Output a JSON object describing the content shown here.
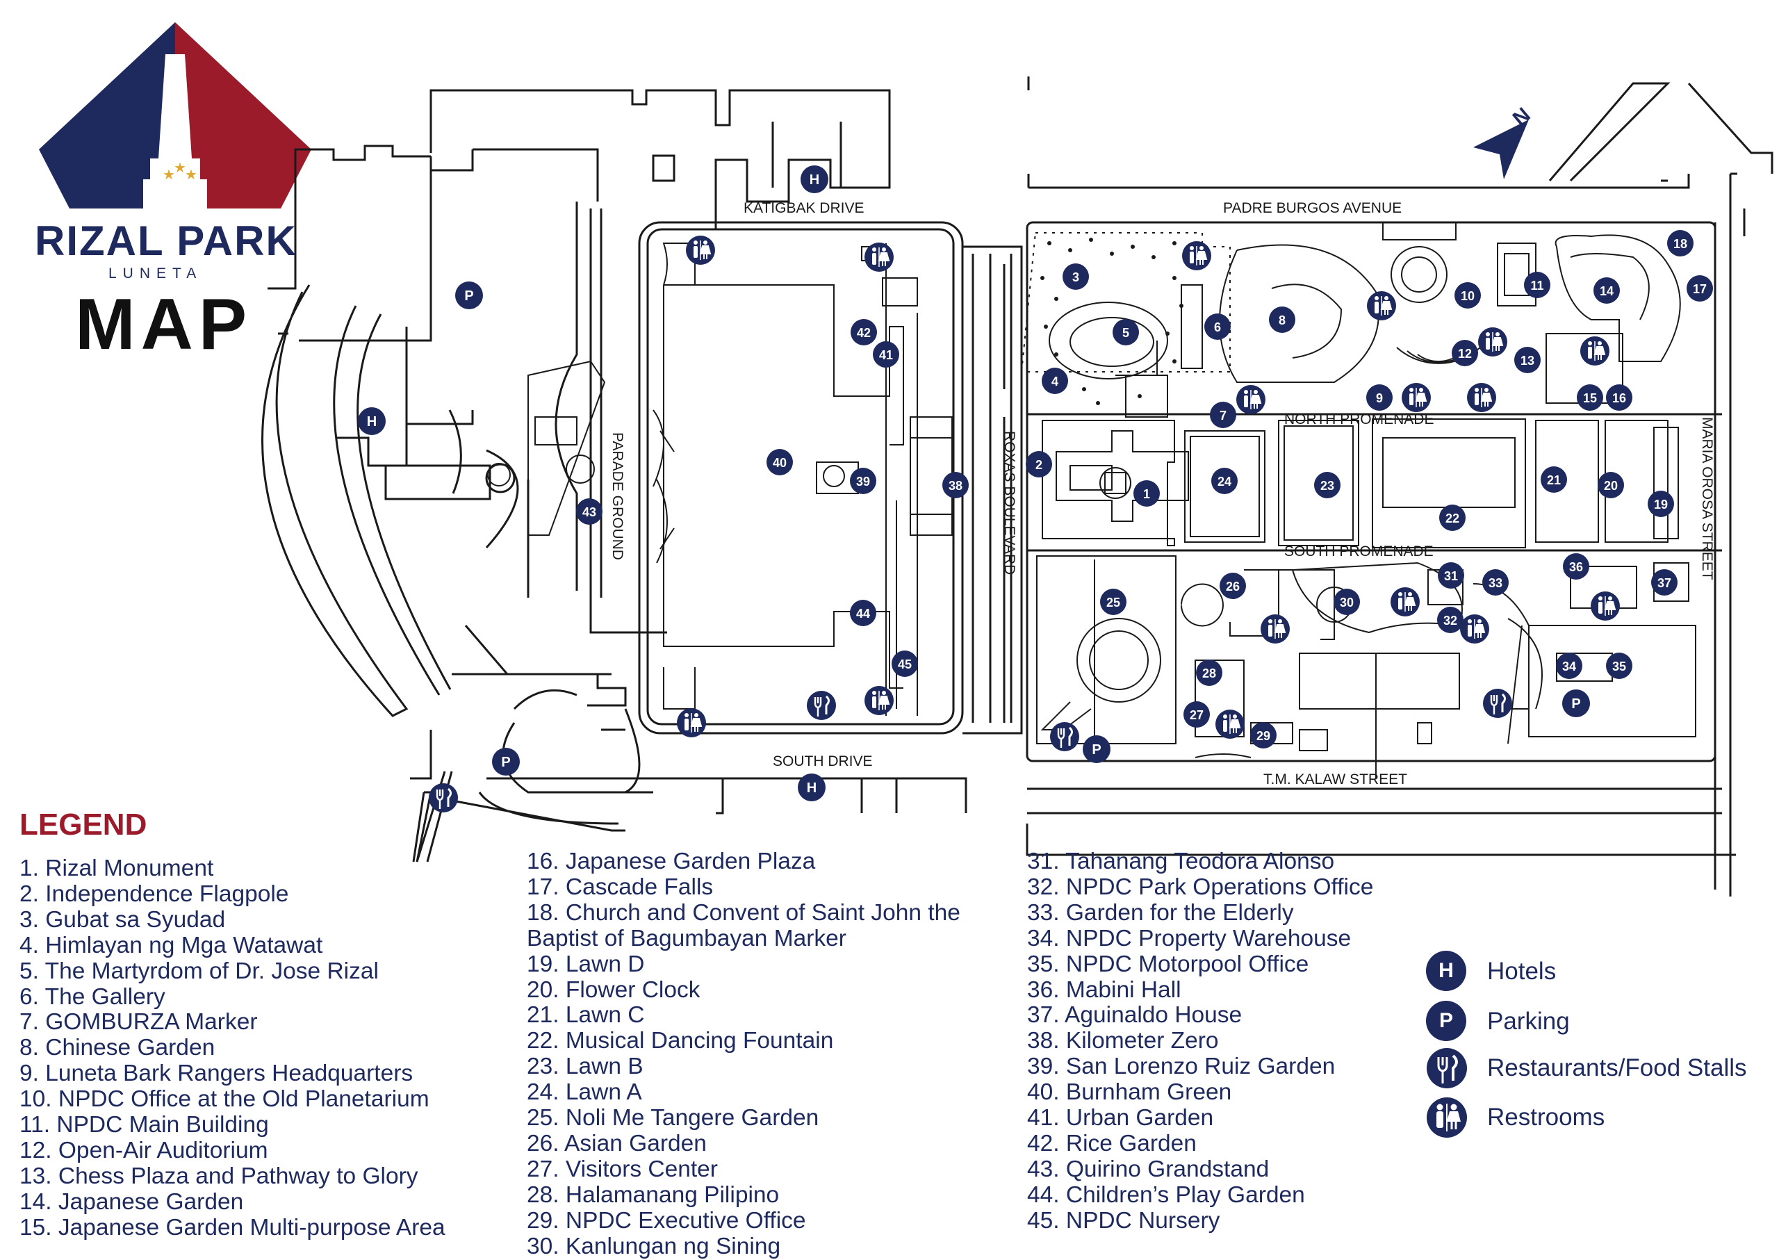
{
  "brand": {
    "title": "RIZAL PARK",
    "subtitle": "LUNETA",
    "map_word": "MAP",
    "colors": {
      "navy": "#1e2a5e",
      "red": "#9b1b2b",
      "star": "#e0a82e"
    }
  },
  "streets": {
    "katigbak": "KATIGBAK DRIVE",
    "padre_burgos": "PADRE BURGOS AVENUE",
    "parade_ground": "PARADE GROUND",
    "roxas": "ROXAS BOULEVARD",
    "north_promenade": "NORTH PROMENADE",
    "south_promenade": "SOUTH PROMENADE",
    "south_drive": "SOUTH DRIVE",
    "tm_kalaw": "T.M. KALAW STREET",
    "maria_orosa": "MARIA OROSA STREET"
  },
  "compass": {
    "label": "N"
  },
  "markers": {
    "m1": "1",
    "m2": "2",
    "m3": "3",
    "m4": "4",
    "m5": "5",
    "m6": "6",
    "m7": "7",
    "m8": "8",
    "m9": "9",
    "m10": "10",
    "m11": "11",
    "m12": "12",
    "m13": "13",
    "m14": "14",
    "m15": "15",
    "m16": "16",
    "m17": "17",
    "m18": "18",
    "m19": "19",
    "m20": "20",
    "m21": "21",
    "m22": "22",
    "m23": "23",
    "m24": "24",
    "m25": "25",
    "m26": "26",
    "m27": "27",
    "m28": "28",
    "m29": "29",
    "m30": "30",
    "m31": "31",
    "m32": "32",
    "m33": "33",
    "m34": "34",
    "m35": "35",
    "m36": "36",
    "m37": "37",
    "m38": "38",
    "m39": "39",
    "m40": "40",
    "m41": "41",
    "m42": "42",
    "m43": "43",
    "m44": "44",
    "m45": "45"
  },
  "symbols": {
    "hotel": "H",
    "parking": "P"
  },
  "legend": {
    "title": "LEGEND",
    "items": [
      "1. Rizal Monument",
      "2. Independence Flagpole",
      "3. Gubat sa Syudad",
      "4. Himlayan ng Mga Watawat",
      "5. The Martyrdom of Dr. Jose Rizal",
      "6. The Gallery",
      "7. GOMBURZA Marker",
      "8. Chinese Garden",
      "9. Luneta Bark Rangers Headquarters",
      "10. NPDC Office at the Old Planetarium",
      "11. NPDC Main Building",
      "12. Open-Air Auditorium",
      "13. Chess Plaza and Pathway to Glory",
      "14. Japanese Garden",
      "15. Japanese Garden Multi-purpose Area",
      "16. Japanese Garden Plaza",
      "17. Cascade Falls",
      "18. Church and Convent of Saint John the Baptist of Bagumbayan Marker",
      "19. Lawn D",
      "20. Flower Clock",
      "21. Lawn C",
      "22. Musical Dancing Fountain",
      "23. Lawn B",
      "24. Lawn A",
      "25. Noli Me Tangere Garden",
      "26. Asian Garden",
      "27. Visitors Center",
      "28. Halamanang Pilipino",
      "29. NPDC Executive Office",
      "30. Kanlungan ng Sining",
      "31. Tahanang Teodora Alonso",
      "32. NPDC Park Operations Office",
      "33. Garden for the Elderly",
      "34. NPDC Property Warehouse",
      "35. NPDC Motorpool Office",
      "36. Mabini Hall",
      "37. Aguinaldo House",
      "38. Kilometer Zero",
      "39. San Lorenzo Ruiz Garden",
      "40. Burnham Green",
      "41. Urban Garden",
      "42. Rice Garden",
      "43. Quirino Grandstand",
      "44. Children’s Play Garden",
      "45. NPDC Nursery"
    ],
    "keys": [
      {
        "symbol": "H",
        "label": "Hotels"
      },
      {
        "symbol": "P",
        "label": "Parking"
      },
      {
        "symbol": "fork-knife-icon",
        "label": "Restaurants/Food Stalls"
      },
      {
        "symbol": "restroom-icon",
        "label": "Restrooms"
      }
    ]
  }
}
